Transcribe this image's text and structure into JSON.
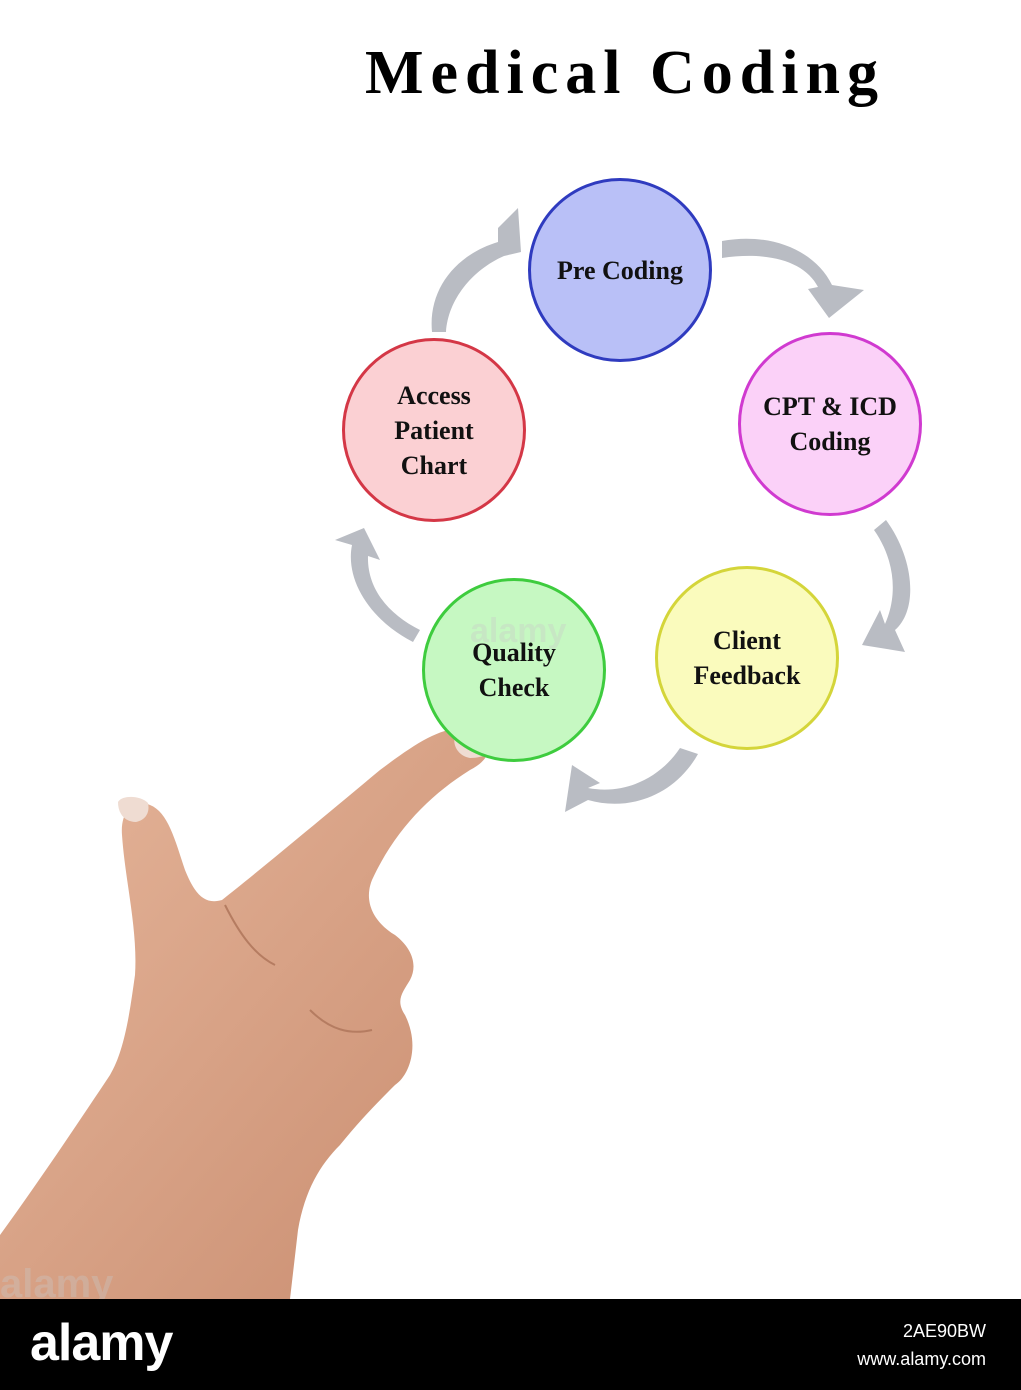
{
  "title": "Medical Coding",
  "colors": {
    "arrow": "#b9bcc3",
    "skin": "#d9a58a",
    "footer_bg": "#000000"
  },
  "nodes": [
    {
      "label": "Pre Coding",
      "fill": "#b9c0f7",
      "stroke": "#2f3bbf"
    },
    {
      "label": "CPT & ICD\nCoding",
      "fill": "#fbd1f8",
      "stroke": "#d03ad0"
    },
    {
      "label": "Client\nFeedback",
      "fill": "#fafbbd",
      "stroke": "#d4d53a"
    },
    {
      "label": "Quality\nCheck",
      "fill": "#c6f8c2",
      "stroke": "#3ecc3e"
    },
    {
      "label": "Access\nPatient\nChart",
      "fill": "#fbd0d3",
      "stroke": "#d43746"
    }
  ],
  "pointer": {
    "icon": "pointing-hand-icon"
  },
  "footer": {
    "logo": "alamy",
    "image_id": "2AE90BW",
    "url": "www.alamy.com"
  },
  "watermarks": [
    "alamy",
    "alamy"
  ]
}
